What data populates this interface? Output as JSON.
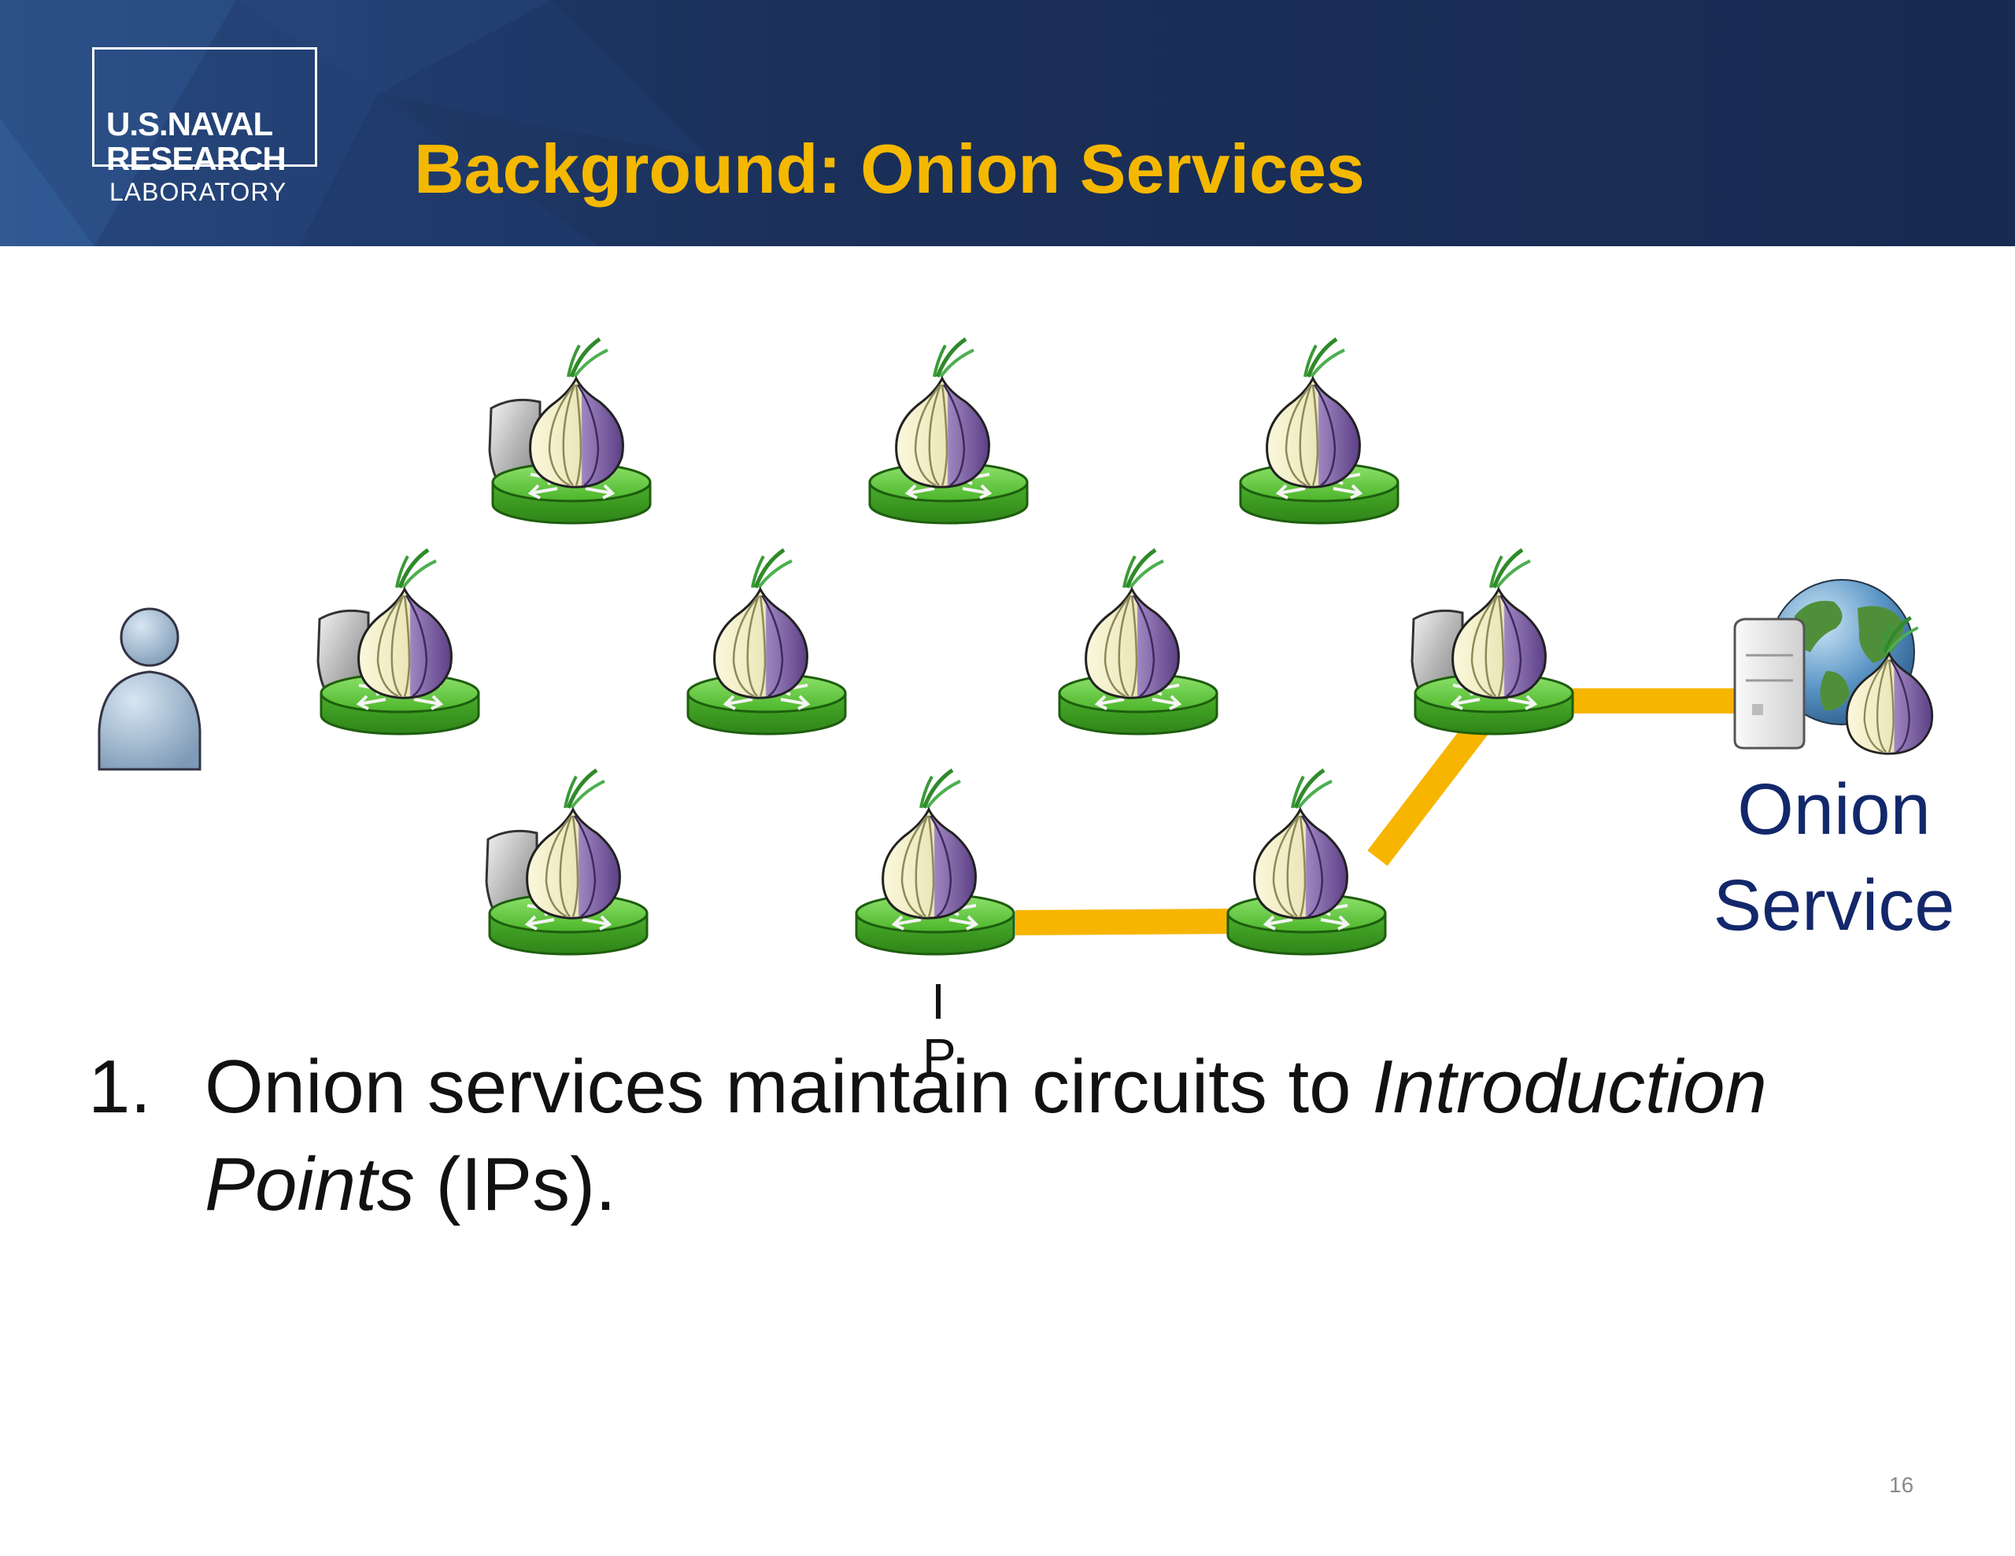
{
  "header": {
    "logo": {
      "line1": "U.S.NAVAL",
      "line2": "RESEARCH",
      "line3": "LABORATORY"
    },
    "title": "Background: Onion Services",
    "background_color": "#1a2f58",
    "title_color": "#f5b800"
  },
  "diagram": {
    "nodes": [
      {
        "id": "guard-1",
        "type": "guard-relay",
        "icons": [
          "shield-icon",
          "onion-icon",
          "router-icon"
        ]
      },
      {
        "id": "relay-1",
        "type": "relay",
        "icons": [
          "onion-icon",
          "router-icon"
        ]
      },
      {
        "id": "relay-2",
        "type": "relay",
        "icons": [
          "onion-icon",
          "router-icon"
        ]
      },
      {
        "id": "guard-2",
        "type": "guard-relay",
        "icons": [
          "shield-icon",
          "onion-icon",
          "router-icon"
        ]
      },
      {
        "id": "relay-3",
        "type": "relay",
        "icons": [
          "onion-icon",
          "router-icon"
        ]
      },
      {
        "id": "relay-4",
        "type": "relay",
        "icons": [
          "onion-icon",
          "router-icon"
        ]
      },
      {
        "id": "guard-3",
        "type": "guard-relay",
        "icons": [
          "shield-icon",
          "onion-icon",
          "router-icon"
        ]
      },
      {
        "id": "guard-4",
        "type": "guard-relay",
        "icons": [
          "shield-icon",
          "onion-icon",
          "router-icon"
        ]
      },
      {
        "id": "intro-point",
        "type": "relay",
        "icons": [
          "onion-icon",
          "router-icon"
        ]
      },
      {
        "id": "relay-5",
        "type": "relay",
        "icons": [
          "onion-icon",
          "router-icon"
        ]
      }
    ],
    "user": {
      "icon": "user-icon"
    },
    "service": {
      "icons": [
        "server-icon",
        "globe-icon",
        "onion-icon"
      ],
      "label_line1": "Onion",
      "label_line2": "Service"
    },
    "circuit": {
      "path": [
        "onion-service",
        "guard-4",
        "relay-5",
        "intro-point"
      ],
      "color": "#f7b500"
    },
    "ip_label": "I\nP"
  },
  "body": {
    "number": "1.",
    "text_a": "Onion services maintain circuits to ",
    "text_em1": "Introduction",
    "text_em2": "Points",
    "text_b": " (IPs)."
  },
  "page_number": "16"
}
